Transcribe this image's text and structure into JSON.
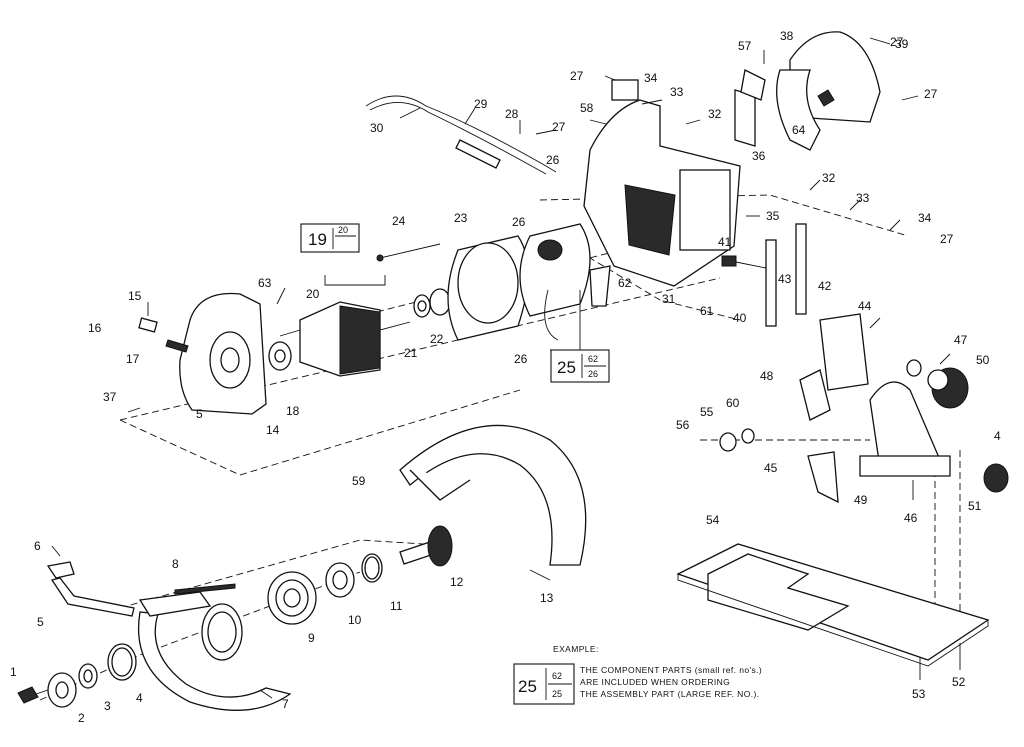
{
  "labels": [
    "1",
    "2",
    "3",
    "4",
    "5",
    "5",
    "6",
    "7",
    "8",
    "9",
    "10",
    "11",
    "12",
    "13",
    "14",
    "15",
    "16",
    "17",
    "18",
    "20",
    "21",
    "22",
    "23",
    "24",
    "26",
    "26",
    "26",
    "27",
    "27",
    "27",
    "27",
    "27",
    "28",
    "29",
    "30",
    "31",
    "32",
    "32",
    "33",
    "33",
    "34",
    "34",
    "35",
    "36",
    "37",
    "38",
    "39",
    "40",
    "41",
    "42",
    "43",
    "44",
    "45",
    "46",
    "47",
    "48",
    "49",
    "50",
    "51",
    "52",
    "53",
    "54",
    "55",
    "56",
    "57",
    "58",
    "59",
    "60",
    "61",
    "62",
    "63",
    "64",
    "4"
  ],
  "callout_a": {
    "big": "19",
    "top": "20"
  },
  "callout_b": {
    "big": "25",
    "top": "62",
    "bottom": "26"
  },
  "example": {
    "heading": "EXAMPLE:",
    "big": "25",
    "top": "62",
    "bottom": "25",
    "line1": "THE COMPONENT PARTS (small ref. no's.)",
    "line2": "ARE INCLUDED WHEN ORDERING",
    "line3": "THE ASSEMBLY PART (LARGE REF. NO.)."
  }
}
